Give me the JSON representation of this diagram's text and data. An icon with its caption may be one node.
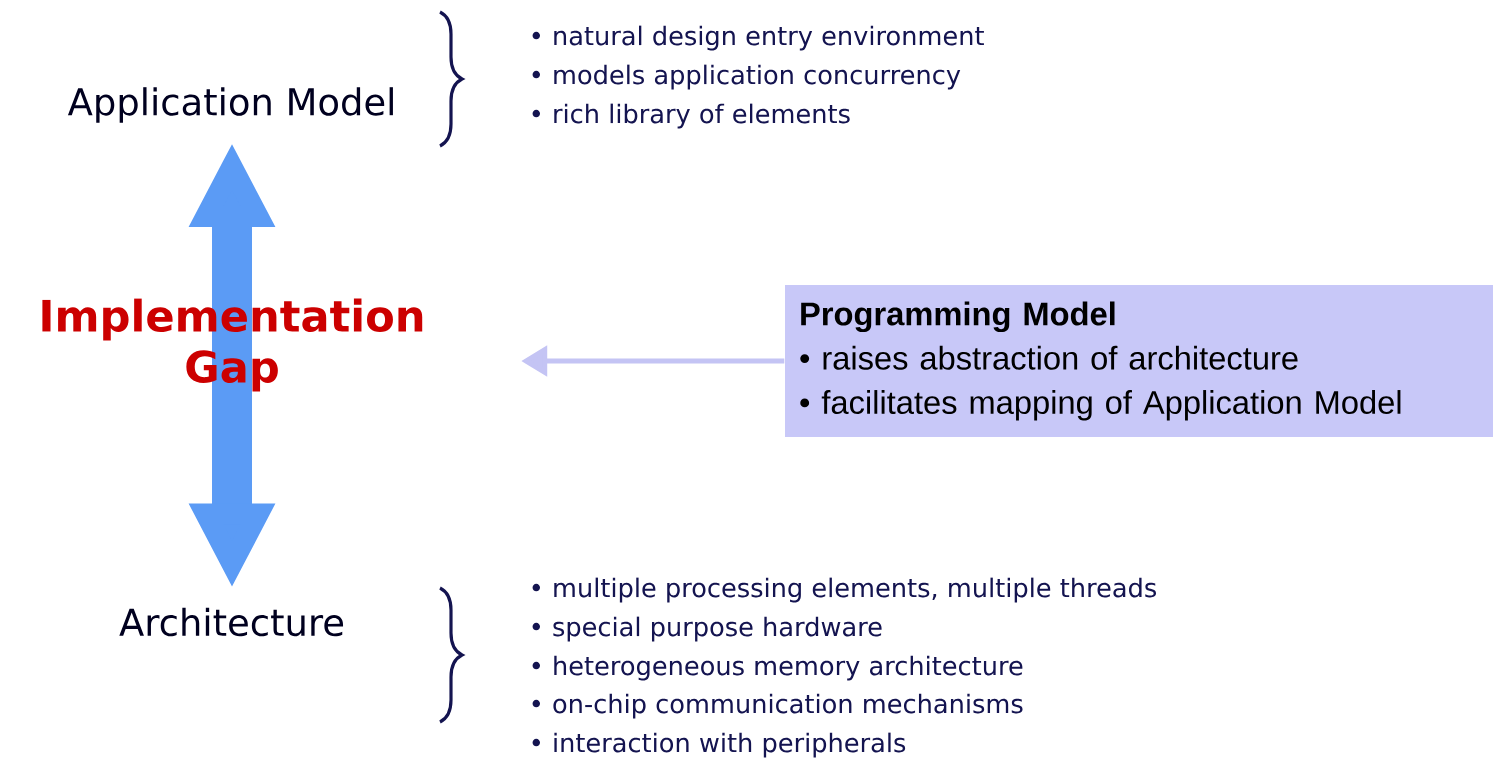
{
  "diagram": {
    "nodes": [
      {
        "text": [
          "Application Model"
        ]
      },
      {
        "text": [
          "Architecture"
        ]
      },
      {
        "text": [
          "Implementation Gap"
        ]
      },
      {
        "text": [
          "Programming Model",
          "• raises abstraction of architecture",
          "• facilitates mapping of Application Model"
        ]
      }
    ],
    "edges": [
      {
        "from": 0,
        "to": 1,
        "arrow": "both",
        "style": "thick",
        "color": "#5b9bf5"
      },
      {
        "from": 3,
        "to": 2,
        "arrow": "to",
        "color": "#c4c4f4"
      }
    ],
    "labels": [
      "• natural design entry environment",
      "• models application concurrency",
      "• rich library of elements",
      "• multiple processing elements, multiple threads",
      "• special purpose hardware",
      "• heterogeneous memory architecture",
      "• on-chip communication mechanisms",
      "• interaction with peripherals"
    ]
  }
}
